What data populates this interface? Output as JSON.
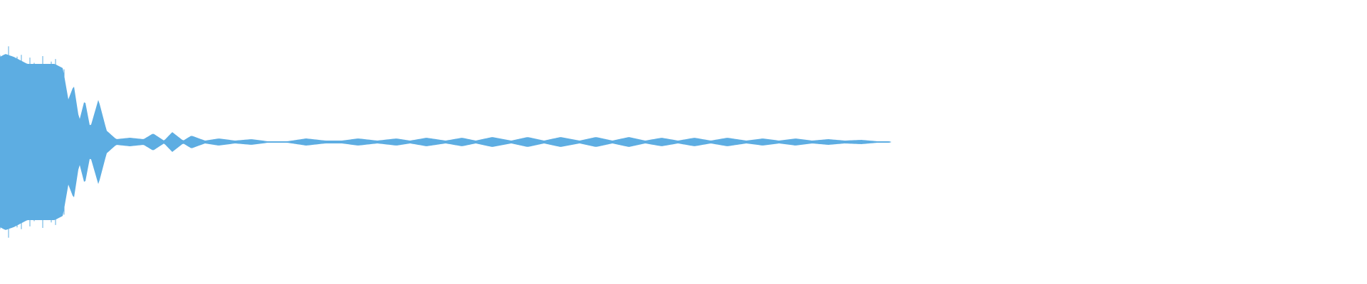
{
  "waveform": {
    "color": "#5dade2",
    "background": "#ffffff",
    "duration_fraction_with_signal": 0.65,
    "amplitude_envelope": [
      [
        0.0,
        0.6
      ],
      [
        0.004,
        0.62
      ],
      [
        0.01,
        0.6
      ],
      [
        0.02,
        0.55
      ],
      [
        0.03,
        0.55
      ],
      [
        0.04,
        0.55
      ],
      [
        0.046,
        0.52
      ],
      [
        0.05,
        0.3
      ],
      [
        0.054,
        0.4
      ],
      [
        0.058,
        0.15
      ],
      [
        0.062,
        0.3
      ],
      [
        0.066,
        0.1
      ],
      [
        0.072,
        0.3
      ],
      [
        0.078,
        0.08
      ],
      [
        0.085,
        0.02
      ],
      [
        0.095,
        0.03
      ],
      [
        0.105,
        0.02
      ],
      [
        0.112,
        0.06
      ],
      [
        0.12,
        0.01
      ],
      [
        0.126,
        0.07
      ],
      [
        0.134,
        0.01
      ],
      [
        0.14,
        0.045
      ],
      [
        0.15,
        0.01
      ],
      [
        0.16,
        0.025
      ],
      [
        0.172,
        0.01
      ],
      [
        0.184,
        0.02
      ],
      [
        0.196,
        0.005
      ],
      [
        0.21,
        0.005
      ],
      [
        0.224,
        0.025
      ],
      [
        0.238,
        0.01
      ],
      [
        0.25,
        0.01
      ],
      [
        0.262,
        0.025
      ],
      [
        0.276,
        0.01
      ],
      [
        0.29,
        0.025
      ],
      [
        0.3,
        0.01
      ],
      [
        0.312,
        0.03
      ],
      [
        0.326,
        0.01
      ],
      [
        0.338,
        0.03
      ],
      [
        0.348,
        0.01
      ],
      [
        0.36,
        0.035
      ],
      [
        0.374,
        0.01
      ],
      [
        0.386,
        0.035
      ],
      [
        0.398,
        0.01
      ],
      [
        0.41,
        0.035
      ],
      [
        0.424,
        0.01
      ],
      [
        0.436,
        0.035
      ],
      [
        0.448,
        0.01
      ],
      [
        0.46,
        0.035
      ],
      [
        0.472,
        0.01
      ],
      [
        0.484,
        0.03
      ],
      [
        0.496,
        0.01
      ],
      [
        0.508,
        0.03
      ],
      [
        0.52,
        0.01
      ],
      [
        0.532,
        0.03
      ],
      [
        0.546,
        0.01
      ],
      [
        0.558,
        0.025
      ],
      [
        0.57,
        0.01
      ],
      [
        0.582,
        0.025
      ],
      [
        0.594,
        0.01
      ],
      [
        0.606,
        0.02
      ],
      [
        0.618,
        0.01
      ],
      [
        0.63,
        0.015
      ],
      [
        0.642,
        0.005
      ],
      [
        0.65,
        0.005
      ],
      [
        0.652,
        0.0
      ],
      [
        1.0,
        0.0
      ]
    ]
  }
}
